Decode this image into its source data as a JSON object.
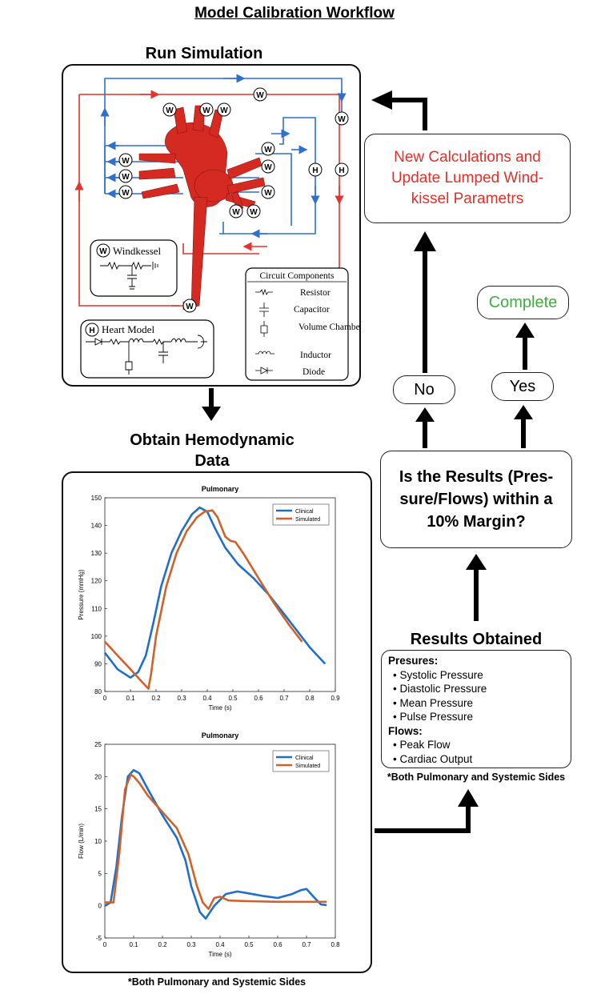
{
  "title": "Model Calibration Workflow",
  "run_simulation": {
    "heading": "Run Simulation",
    "windkessel_label": "Windkessel",
    "heart_model_label": "Heart Model",
    "w_marker": "W",
    "h_marker": "H",
    "legend": {
      "title": "Circuit Components",
      "items": [
        {
          "name": "Resistor",
          "icon": "resistor-symbol"
        },
        {
          "name": "Capacitor",
          "icon": "capacitor-symbol"
        },
        {
          "name": "Volume Chamber",
          "icon": "volume-chamber-symbol"
        },
        {
          "name": "Inductor",
          "icon": "inductor-symbol"
        },
        {
          "name": "Diode",
          "icon": "diode-symbol"
        }
      ]
    },
    "colors": {
      "systemic": "#e3342f",
      "pulmonary": "#2f6fd0",
      "aorta": "#d42a22"
    }
  },
  "hemodynamic": {
    "heading_line1": "Obtain Hemodynamic",
    "heading_line2": "Data",
    "note": "*Both Pulmonary and Systemic Sides"
  },
  "update": {
    "line1": "New Calculations and",
    "line2": "Update Lumped Wind-",
    "line3": "kissel Parametrs"
  },
  "decision": {
    "line1": "Is the Results (Pres-",
    "line2": "sure/Flows) within a",
    "line3": "10% Margin?",
    "no_label": "No",
    "yes_label": "Yes",
    "complete_label": "Complete"
  },
  "results": {
    "heading": "Results Obtained",
    "pressures_label": "Presures:",
    "pressures": [
      "Systolic Pressure",
      "Diastolic Pressure",
      "Mean Pressure",
      "Pulse Pressure"
    ],
    "flows_label": "Flows:",
    "flows": [
      "Peak Flow",
      "Cardiac Output"
    ],
    "note": "*Both Pulmonary and Systemic Sides"
  },
  "chart_data": [
    {
      "type": "line",
      "title": "Pulmonary",
      "xlabel": "Time (s)",
      "ylabel": "Pressure (mmHg)",
      "xlim": [
        0,
        0.9
      ],
      "ylim": [
        80,
        150
      ],
      "xticks": [
        0,
        0.1,
        0.2,
        0.3,
        0.4,
        0.5,
        0.6,
        0.7,
        0.8,
        0.9
      ],
      "yticks": [
        80,
        90,
        100,
        110,
        120,
        130,
        140,
        150
      ],
      "legend_position": "top-right",
      "series": [
        {
          "name": "Clinical",
          "color": "#1f6fc9",
          "x": [
            0,
            0.05,
            0.1,
            0.13,
            0.16,
            0.19,
            0.22,
            0.26,
            0.3,
            0.34,
            0.37,
            0.4,
            0.43,
            0.47,
            0.52,
            0.58,
            0.64,
            0.7,
            0.75,
            0.8,
            0.84,
            0.86
          ],
          "y": [
            94,
            88,
            85,
            87,
            93,
            105,
            118,
            130,
            138,
            144,
            146.5,
            145,
            139,
            132,
            126,
            121,
            115,
            108,
            102,
            96,
            92,
            90
          ]
        },
        {
          "name": "Simulated",
          "color": "#d1612a",
          "x": [
            0,
            0.05,
            0.1,
            0.14,
            0.17,
            0.18,
            0.2,
            0.24,
            0.28,
            0.32,
            0.36,
            0.39,
            0.42,
            0.44,
            0.47,
            0.49,
            0.51,
            0.54,
            0.6,
            0.66,
            0.72,
            0.77
          ],
          "y": [
            98,
            93,
            88,
            84,
            81,
            86,
            100,
            118,
            130,
            138,
            143,
            145,
            145.5,
            143,
            136,
            134.5,
            134,
            130,
            121,
            112,
            104,
            98
          ]
        }
      ]
    },
    {
      "type": "line",
      "title": "Pulmonary",
      "xlabel": "Time (s)",
      "ylabel": "Flow (L/min)",
      "xlim": [
        0,
        0.8
      ],
      "ylim": [
        -5,
        25
      ],
      "xticks": [
        0,
        0.1,
        0.2,
        0.3,
        0.4,
        0.5,
        0.6,
        0.7,
        0.8
      ],
      "yticks": [
        -5,
        0,
        5,
        10,
        15,
        20,
        25
      ],
      "legend_position": "top-right",
      "series": [
        {
          "name": "Clinical",
          "color": "#1f6fc9",
          "x": [
            0,
            0.02,
            0.04,
            0.06,
            0.08,
            0.1,
            0.12,
            0.15,
            0.2,
            0.25,
            0.28,
            0.3,
            0.33,
            0.35,
            0.38,
            0.42,
            0.46,
            0.5,
            0.55,
            0.6,
            0.65,
            0.68,
            0.7,
            0.72,
            0.75,
            0.77
          ],
          "y": [
            0,
            0.5,
            6,
            14,
            20,
            21,
            20.5,
            18,
            14,
            10.5,
            7,
            3,
            -1,
            -2,
            0,
            1.8,
            2.2,
            1.9,
            1.5,
            1.2,
            1.8,
            2.4,
            2.6,
            1.6,
            0.2,
            0.1
          ]
        },
        {
          "name": "Simulated",
          "color": "#d1612a",
          "x": [
            0,
            0.03,
            0.05,
            0.07,
            0.09,
            0.1,
            0.12,
            0.15,
            0.2,
            0.25,
            0.29,
            0.32,
            0.34,
            0.36,
            0.38,
            0.4,
            0.43,
            0.5,
            0.6,
            0.7,
            0.77
          ],
          "y": [
            0.5,
            0.5,
            8,
            18,
            20.3,
            20,
            19,
            17,
            14.5,
            12,
            8,
            3,
            0.5,
            -0.5,
            1.2,
            1.4,
            0.8,
            0.7,
            0.6,
            0.6,
            0.6
          ]
        }
      ]
    }
  ]
}
